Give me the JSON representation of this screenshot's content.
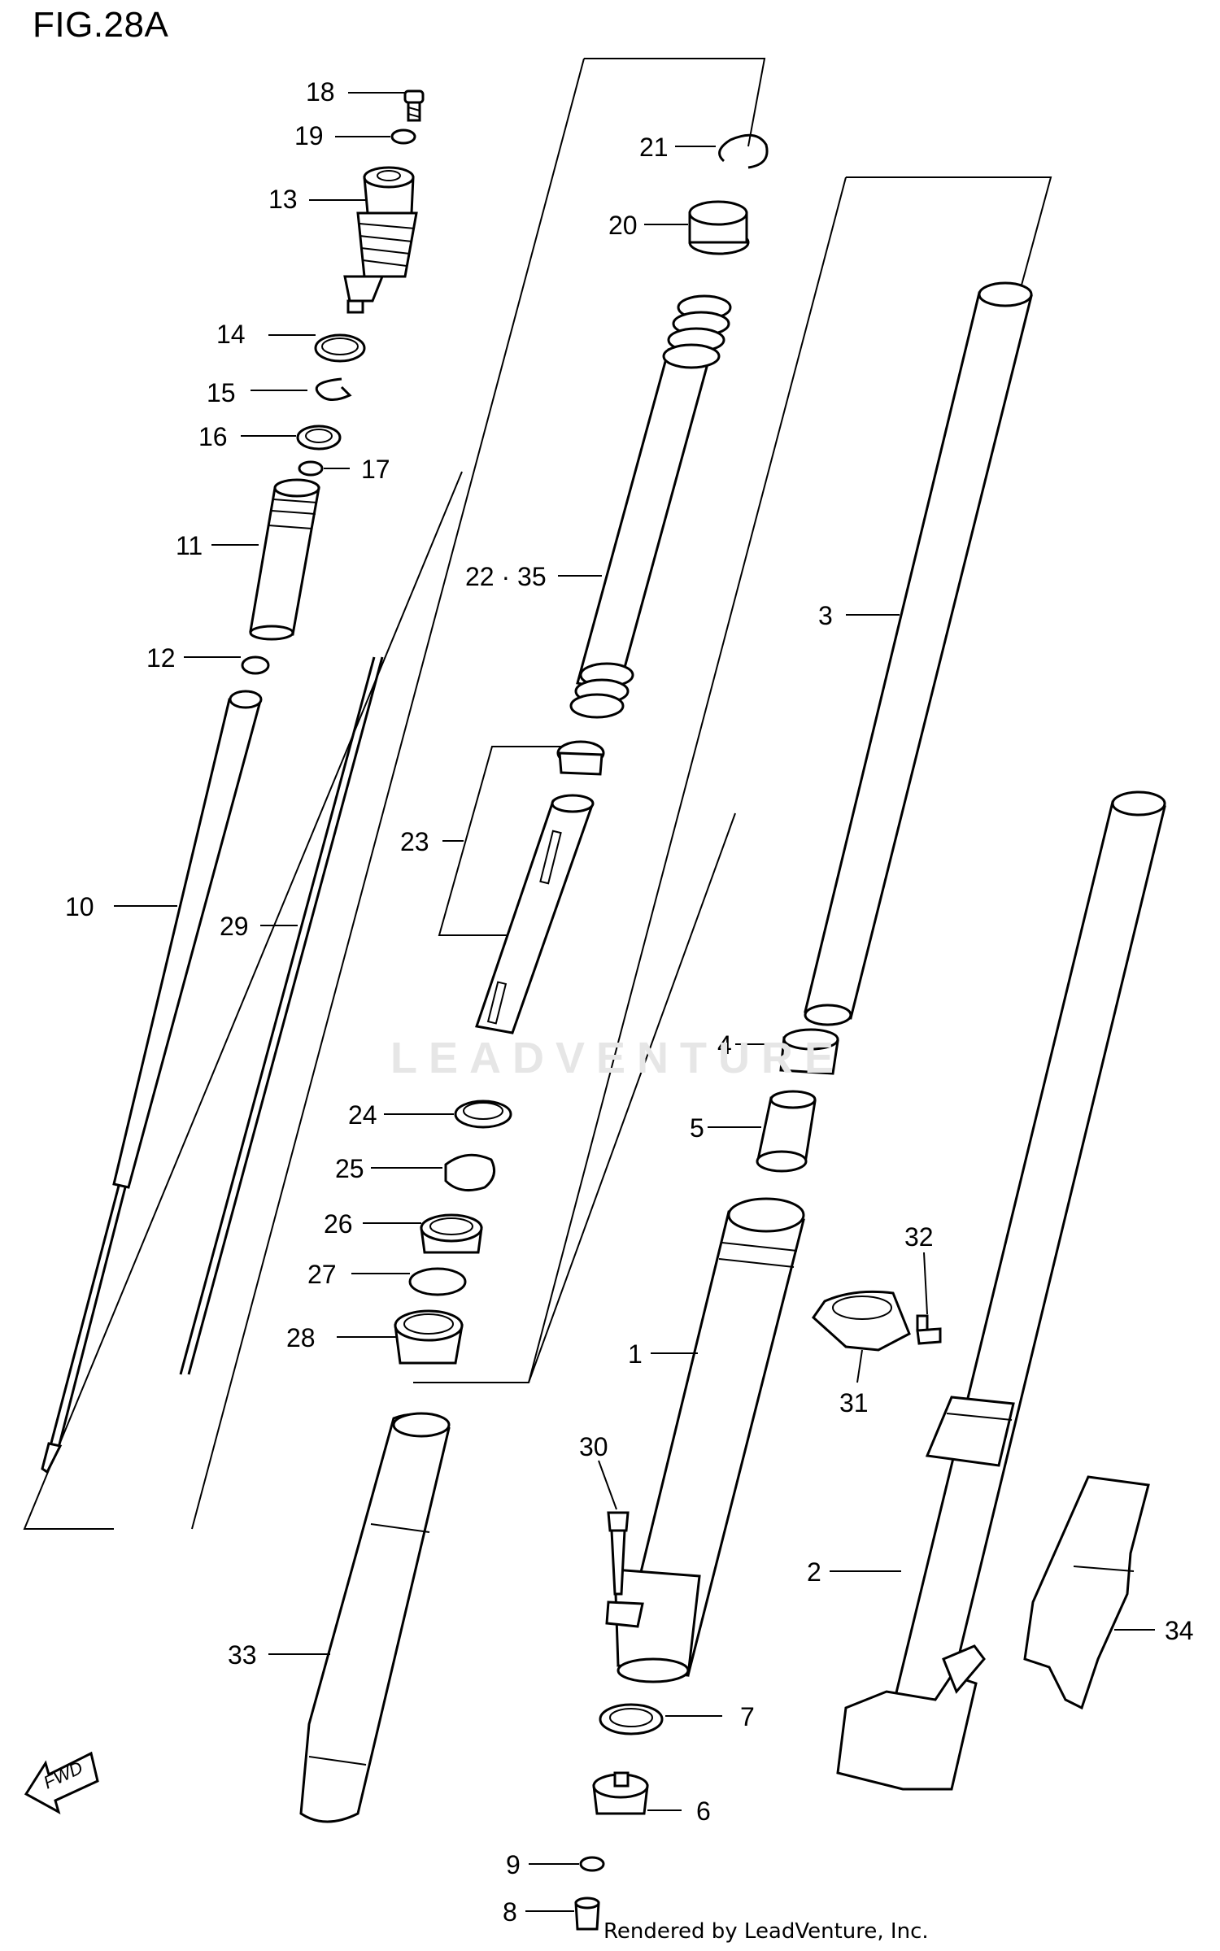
{
  "figure": {
    "title": "FIG.28A"
  },
  "watermark": "LEADVENTURE",
  "footer": "Rendered by LeadVenture, Inc.",
  "fwd_label": "FWD",
  "callouts": {
    "c1": "1",
    "c2": "2",
    "c3": "3",
    "c4": "4",
    "c5": "5",
    "c6": "6",
    "c7": "7",
    "c8": "8",
    "c9": "9",
    "c10": "10",
    "c11": "11",
    "c12": "12",
    "c13": "13",
    "c14": "14",
    "c15": "15",
    "c16": "16",
    "c17": "17",
    "c18": "18",
    "c19": "19",
    "c20": "20",
    "c21": "21",
    "c22": "22 · 35",
    "c23": "23",
    "c24": "24",
    "c25": "25",
    "c26": "26",
    "c27": "27",
    "c28": "28",
    "c29": "29",
    "c30": "30",
    "c31": "31",
    "c32": "32",
    "c33": "33",
    "c34": "34"
  }
}
